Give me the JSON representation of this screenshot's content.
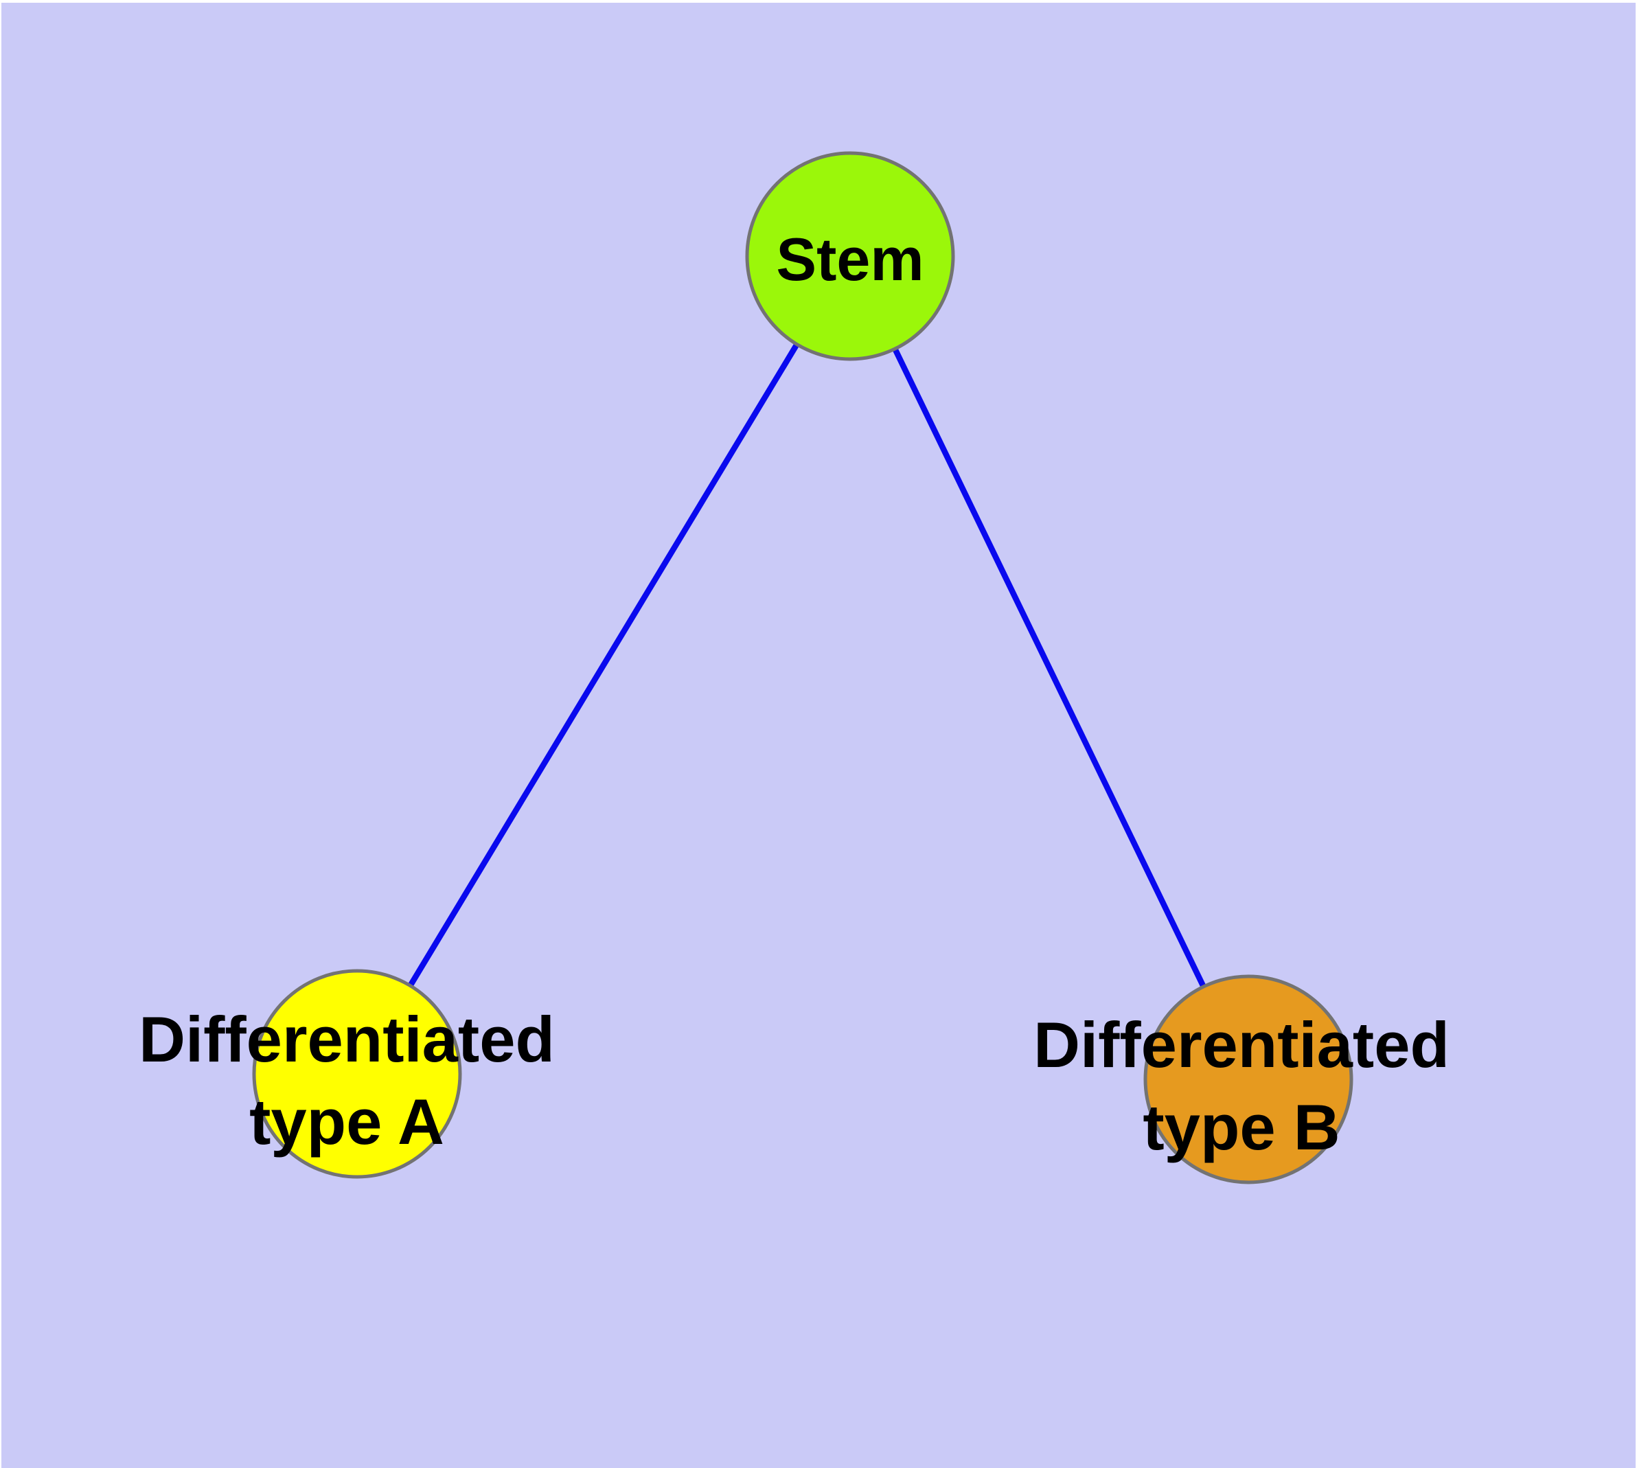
{
  "diagram": {
    "type": "node-link-diagram",
    "background_color": "#CACAF7",
    "frame_color": "#FFFFFF",
    "edge_color": "#0909EE",
    "node_border_color": "#737373",
    "label_color": "#000000",
    "nodes": [
      {
        "id": "stem",
        "label": "Stem",
        "fill": "#9BF70A"
      },
      {
        "id": "differentiated-type-a",
        "label": "Differentiated type A",
        "label_line1": "Differentiated",
        "label_line2": "type A",
        "fill": "#FFFF00"
      },
      {
        "id": "differentiated-type-b",
        "label": "Differentiated type B",
        "label_line1": "Differentiated",
        "label_line2": "type B",
        "fill": "#E69A1F"
      }
    ],
    "edges": [
      {
        "from": "Stem",
        "to": "Differentiated type A"
      },
      {
        "from": "Stem",
        "to": "Differentiated type B"
      }
    ]
  }
}
